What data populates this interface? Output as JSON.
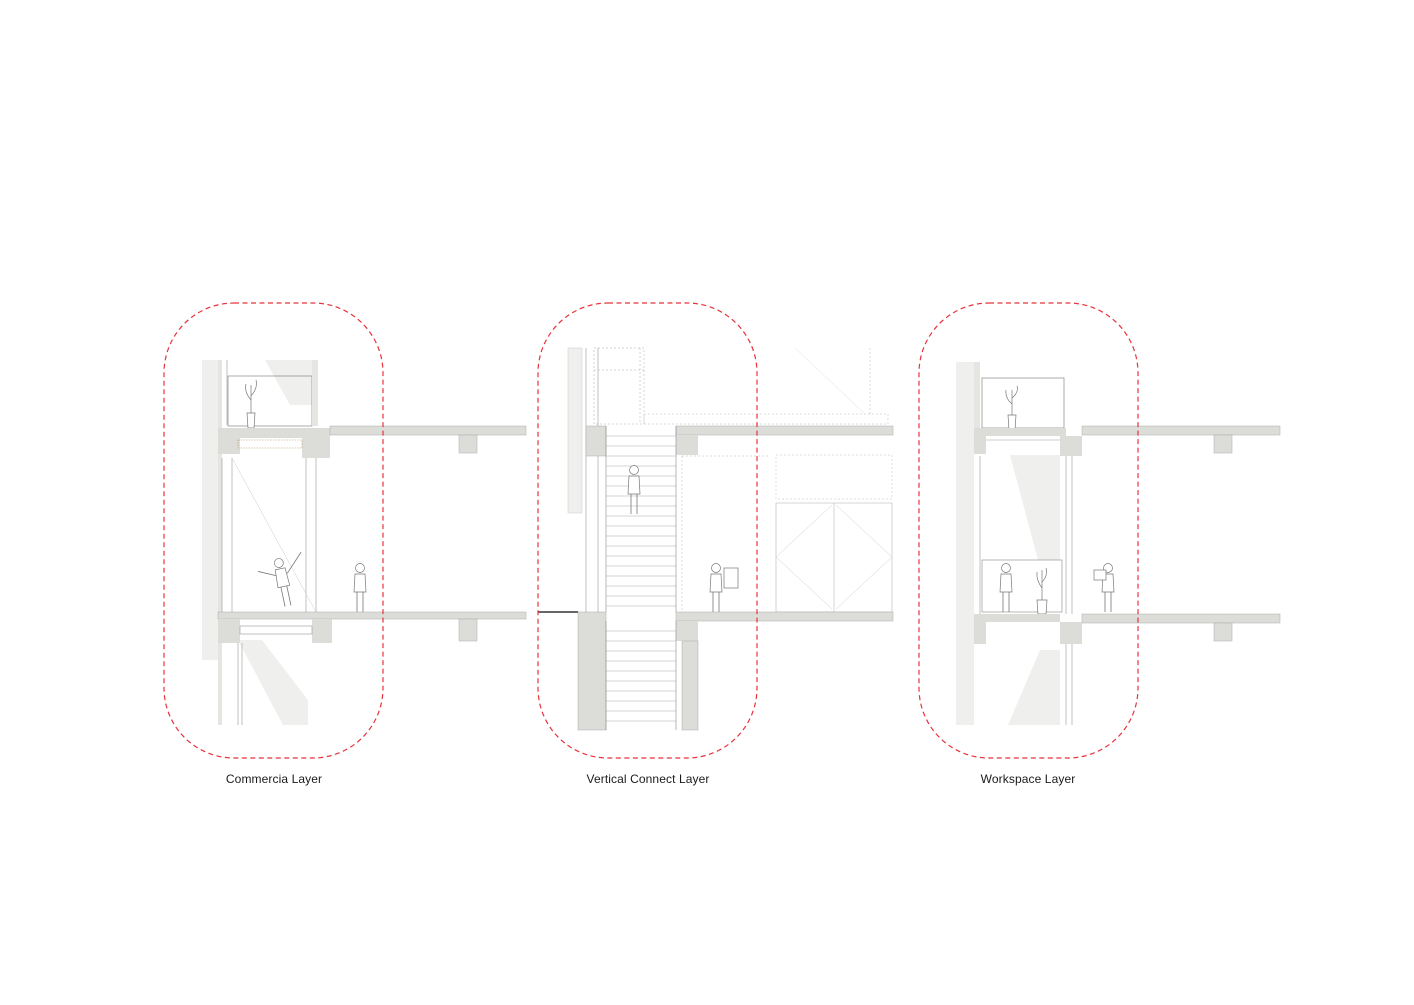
{
  "panels": [
    {
      "id": "commercial",
      "label": "Commercia Layer"
    },
    {
      "id": "vertical",
      "label": "Vertical Connect Layer"
    },
    {
      "id": "workspace",
      "label": "Workspace Layer"
    }
  ],
  "colors": {
    "highlight": "#e8323c",
    "wall": "#dcdcd9",
    "light_wall": "#efefed",
    "line": "#8a8a8a",
    "text": "#1a1a1a"
  }
}
